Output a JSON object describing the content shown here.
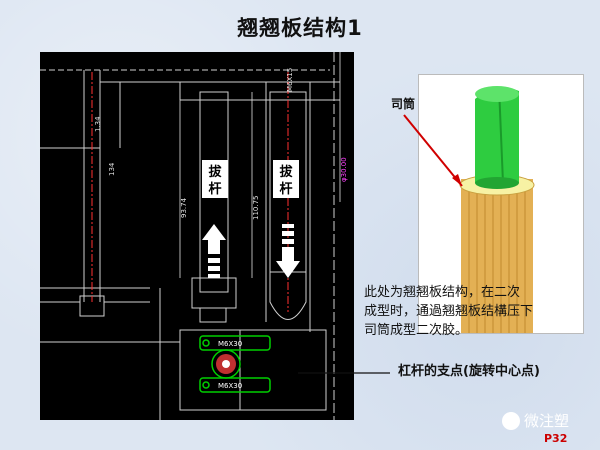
{
  "slide": {
    "title": "翘翘板结构1",
    "page_number": "P32"
  },
  "cad": {
    "ejector_label_left": [
      "拔",
      "杆"
    ],
    "ejector_label_right": [
      "拔",
      "杆"
    ],
    "dim_1": "1.34",
    "dim_2": "134",
    "dim_3": "93.74",
    "dim_4": "110.75",
    "dim_5": "M6X15",
    "dim_6": "φ30.00",
    "bolt_top": "M6X30",
    "bolt_bottom": "M6X30",
    "accent_colors": {
      "outline": "#d9d9d9",
      "green": "#00d000",
      "red": "#ff3030",
      "magenta": "#ff40ff"
    }
  },
  "photo": {
    "callout_label": "司筒",
    "colors": {
      "core": "#2ecc40",
      "sleeve": "#e8b860",
      "ring": "#f5f0a0"
    }
  },
  "description": {
    "lines": [
      "此处为翘翘板结构，在二次",
      "成型时，通過翘翘板结構压下",
      "司筒成型二次胶。"
    ]
  },
  "pivot_callout": "杠杆的支点(旋转中心点)",
  "watermark": {
    "text": "微注塑",
    "icon": "wechat-icon"
  }
}
